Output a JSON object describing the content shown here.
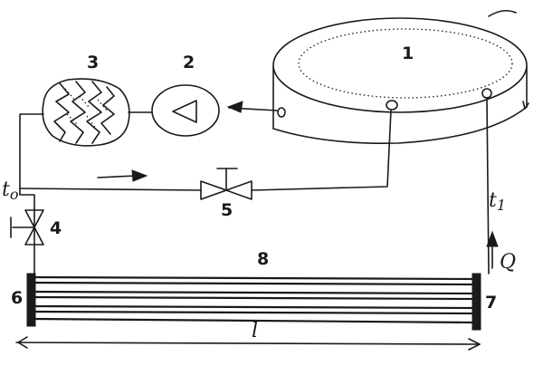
{
  "labels": {
    "tank": "1",
    "pump": "2",
    "heater": "3",
    "valve_left": "4",
    "valve_middle": "5",
    "manifold_left": "6",
    "manifold_right": "7",
    "tube_bundle": "8"
  },
  "symbols": {
    "t0_main": "t",
    "t0_sub": "o",
    "t1_main": "t",
    "t1_sub": "1",
    "heat_flow": "Q",
    "length": "l"
  }
}
